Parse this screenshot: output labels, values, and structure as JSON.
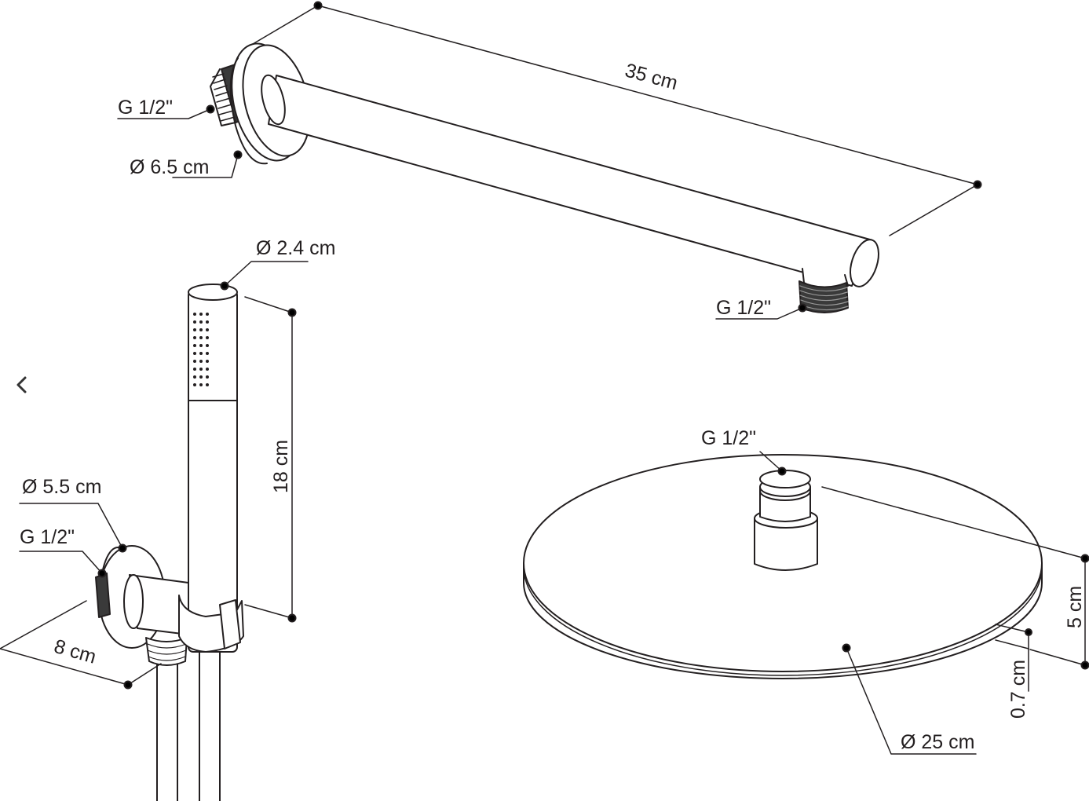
{
  "labels": {
    "arm_length": "35 cm",
    "arm_thread": "G 1/2\"",
    "arm_flange_diameter": "Ø 6.5 cm",
    "arm_outlet_thread": "G 1/2\"",
    "hand_shower_diameter": "Ø 2.4 cm",
    "hand_shower_length": "18 cm",
    "holder_flange_diameter": "Ø 5.5 cm",
    "holder_thread": "G 1/2\"",
    "holder_depth": "8 cm",
    "head_thread": "G 1/2\"",
    "head_height": "5 cm",
    "head_thickness": "0.7 cm",
    "head_diameter": "Ø 25 cm"
  },
  "nav": {
    "prev_icon": "chevron-left-icon"
  },
  "colors": {
    "line": "#231f20",
    "background": "#ffffff"
  }
}
